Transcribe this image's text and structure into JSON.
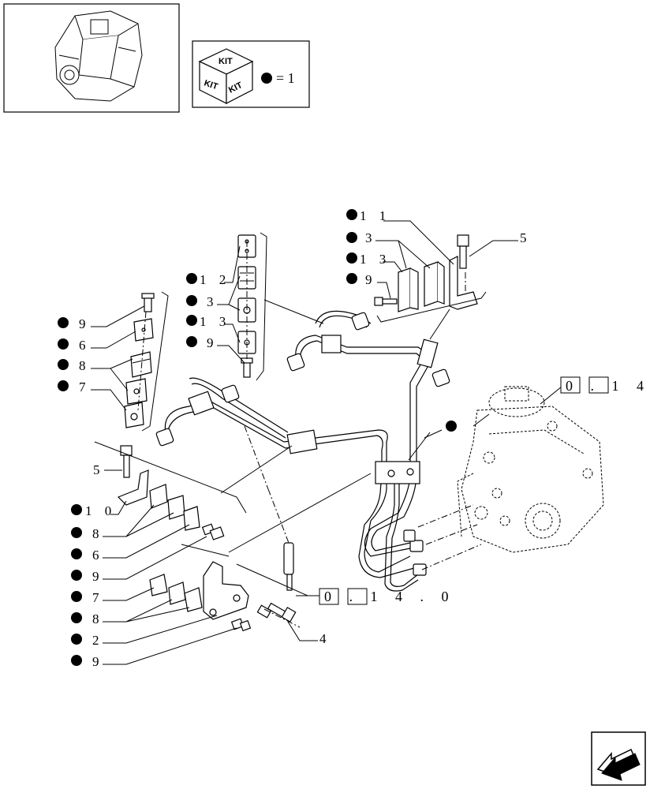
{
  "kit_legend": {
    "text": "= 1",
    "kit_word": "KIT"
  },
  "references": {
    "pump_ref": "0 . 1 4 . 0",
    "injector_ref": "0 . 1 4 . 0"
  },
  "callouts": {
    "c11": "1 1",
    "c3a": "3",
    "c13a": "1 3",
    "c9a": "9",
    "c5a": "5",
    "c12": "1 2",
    "c3b": "3",
    "c13b": "1 3",
    "c9b": "9",
    "c9c": "9",
    "c6a": "6",
    "c8a": "8",
    "c7a": "7",
    "c5b": "5",
    "c10": "1 0",
    "c8b": "8",
    "c6b": "6",
    "c9d": "9",
    "c7b": "7",
    "c8c": "8",
    "c2": "2",
    "c9e": "9",
    "c4": "4"
  }
}
